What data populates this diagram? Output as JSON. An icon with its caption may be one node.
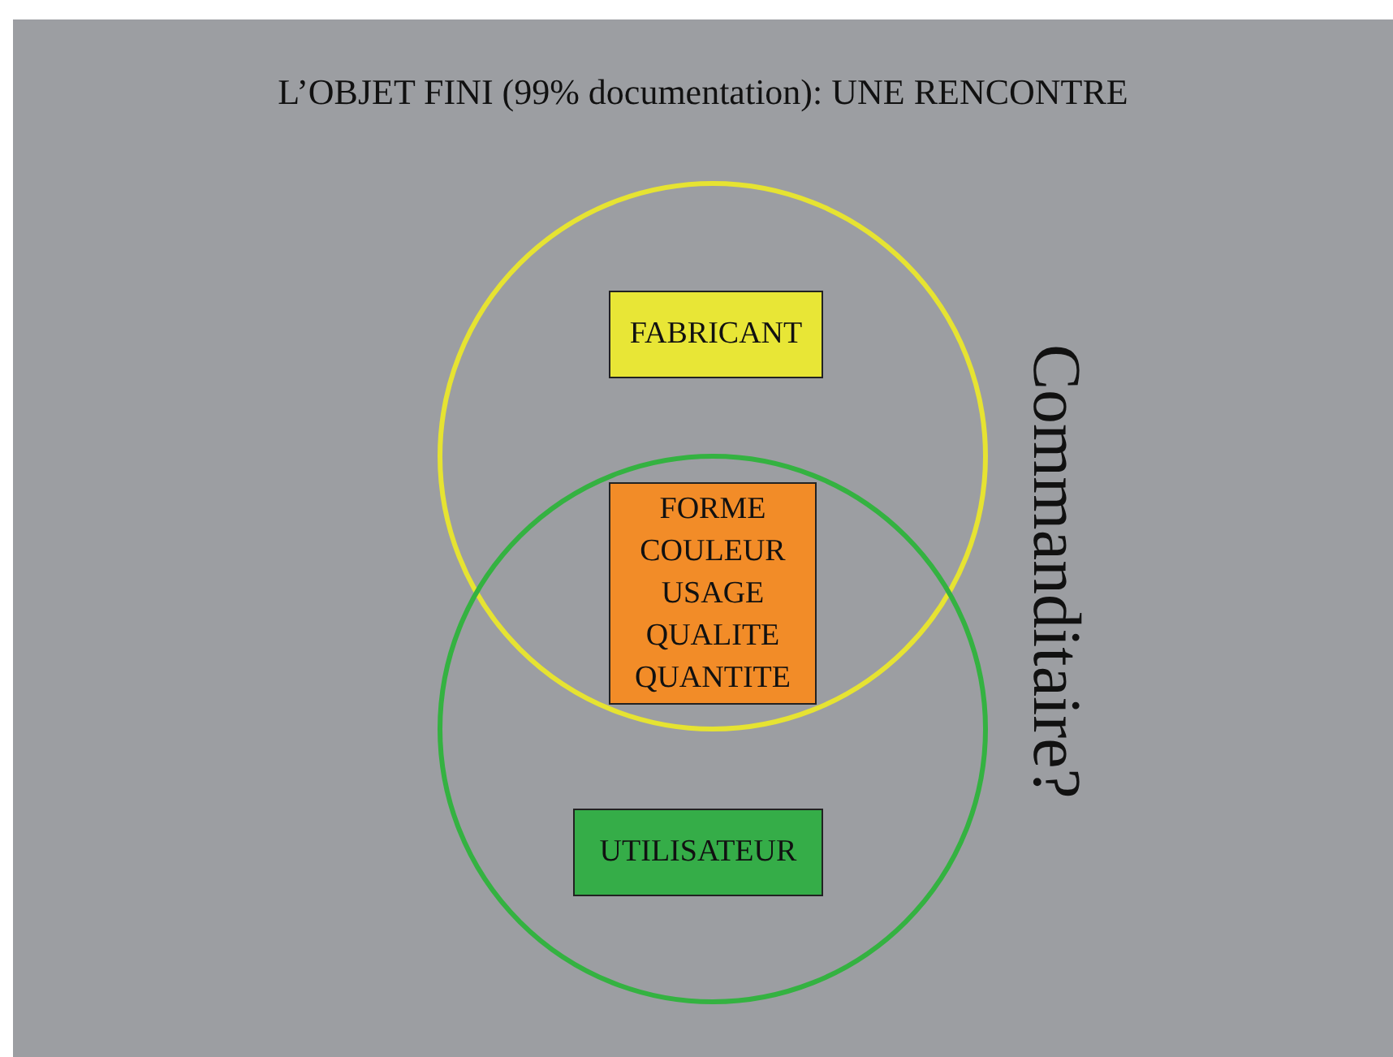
{
  "diagram": {
    "title": "L’OBJET FINI (99% documentation): UNE RENCONTRE",
    "nodes": [
      {
        "text": [],
        "shape": "circle"
      },
      {
        "text": [
          "FABRICANT"
        ],
        "in": 0
      },
      {
        "text": [],
        "shape": "circle"
      },
      {
        "text": [
          "FORME COULEUR USAGE QUALITE QUANTITE"
        ]
      },
      {
        "text": [
          "UTILISATEUR"
        ],
        "in": 2
      }
    ],
    "edges": [],
    "labels": [
      "Commanditaire?"
    ]
  }
}
